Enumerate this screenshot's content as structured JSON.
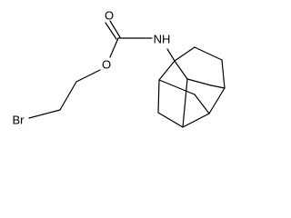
{
  "molecule": {
    "atoms": {
      "oxygen_carbonyl": "O",
      "oxygen_ester": "O",
      "nitrogen": "NH",
      "bromine": "Br"
    }
  }
}
